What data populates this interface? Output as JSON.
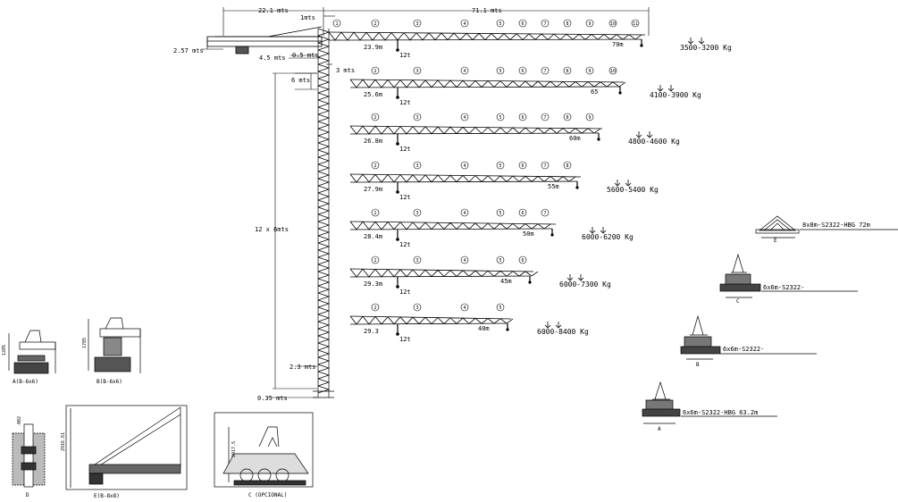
{
  "top_dims": {
    "counter_jib": "22.1 mts",
    "jib_total": "71.1 mts",
    "one_m": "1mts",
    "counter_height": "2.57 mts",
    "pivot_offset": "4.5 mts",
    "pivot_small": "0.5 mts",
    "head": "3 mts",
    "section": "6 mts",
    "mast": "12 x 6mts",
    "base_gap": "2.3 mts",
    "base_offset": "0.35 mts"
  },
  "jib_configs": [
    {
      "sections": [
        "1",
        "2",
        "3",
        "4",
        "5",
        "6",
        "7",
        "8",
        "9",
        "10",
        "11"
      ],
      "radius": "23.9m",
      "load": "12t",
      "length": "70m",
      "tip_load": "3500-3200 Kg"
    },
    {
      "sections": [
        "2",
        "3",
        "4",
        "5",
        "6",
        "7",
        "8",
        "9",
        "10"
      ],
      "radius": "25.6m",
      "load": "12t",
      "length": "65",
      "tip_load": "4100-3900 Kg"
    },
    {
      "sections": [
        "2",
        "3",
        "4",
        "5",
        "6",
        "7",
        "8",
        "9"
      ],
      "radius": "26.8m",
      "load": "12t",
      "length": "60m",
      "tip_load": "4800-4600 Kg"
    },
    {
      "sections": [
        "2",
        "3",
        "4",
        "5",
        "6",
        "7",
        "8"
      ],
      "radius": "27.9m",
      "load": "12t",
      "length": "55m",
      "tip_load": "5600-5400 Kg"
    },
    {
      "sections": [
        "2",
        "3",
        "4",
        "5",
        "6",
        "7"
      ],
      "radius": "28.4m",
      "load": "12t",
      "length": "50m",
      "tip_load": "6000-6200 Kg"
    },
    {
      "sections": [
        "2",
        "3",
        "4",
        "5",
        "6"
      ],
      "radius": "29.3m",
      "load": "12t",
      "length": "45m",
      "tip_load": "6000-7300 Kg"
    },
    {
      "sections": [
        "2",
        "3",
        "4",
        "5"
      ],
      "radius": "29.3",
      "load": "12t",
      "length": "40m",
      "tip_load": "6000-8400 Kg"
    }
  ],
  "bases_right": [
    {
      "label": "8x8m-S2322-HBG 72m",
      "letter": "E"
    },
    {
      "label": "6x6m-S2322-",
      "letter": "C"
    },
    {
      "label": "6x6m-S2322-",
      "letter": "B"
    },
    {
      "label": "6x6m-S2322-HBG 63.2m",
      "letter": "A"
    }
  ],
  "details": {
    "a_label": "A(B-6x6)",
    "a_dim": "1285",
    "b_label": "B(B-6x6)",
    "b_dim": "1785",
    "d_label": "D",
    "d_dim": ".002",
    "e_label": "E(B-8x8)",
    "e_dim": "2916.61",
    "c_label": "C (OPCIONAL)",
    "c_dim": "2017.5"
  }
}
